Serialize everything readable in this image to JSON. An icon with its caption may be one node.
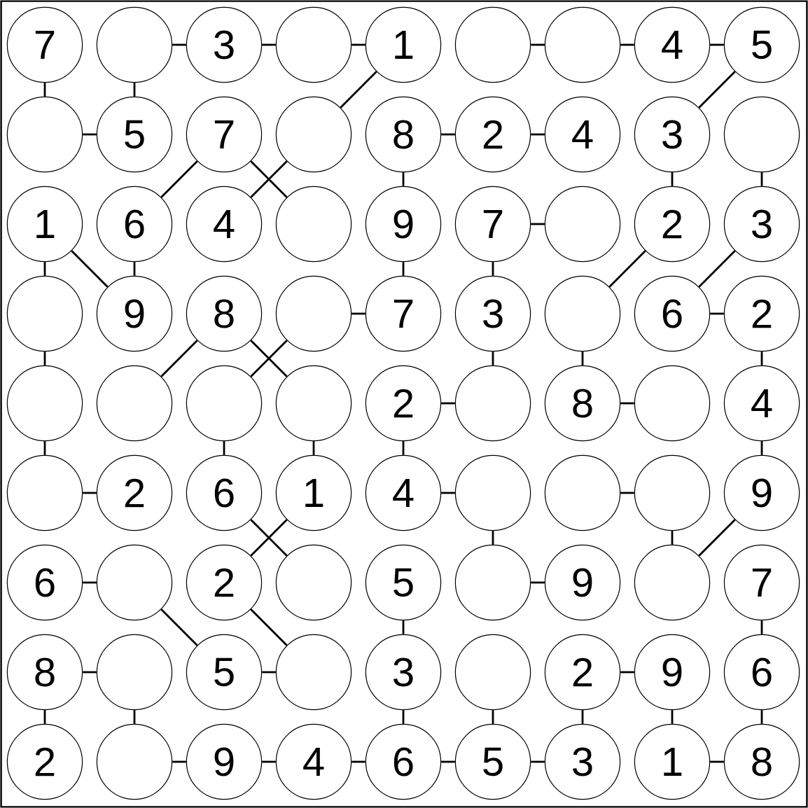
{
  "diagram": {
    "nodes": [
      {
        "text": [
          "7"
        ]
      },
      {
        "text": [],
        "shape": "circle"
      },
      {
        "text": [
          "3"
        ]
      },
      {
        "text": [],
        "shape": "circle"
      },
      {
        "text": [
          "1"
        ]
      },
      {
        "text": [],
        "shape": "circle"
      },
      {
        "text": [],
        "shape": "circle"
      },
      {
        "text": [
          "4"
        ]
      },
      {
        "text": [
          "5"
        ]
      },
      {
        "text": [],
        "shape": "circle"
      },
      {
        "text": [
          "5"
        ]
      },
      {
        "text": [
          "7"
        ]
      },
      {
        "text": [],
        "shape": "circle"
      },
      {
        "text": [
          "8"
        ]
      },
      {
        "text": [
          "2"
        ]
      },
      {
        "text": [
          "4"
        ]
      },
      {
        "text": [
          "3"
        ]
      },
      {
        "text": [],
        "shape": "circle"
      },
      {
        "text": [
          "1"
        ]
      },
      {
        "text": [
          "6"
        ]
      },
      {
        "text": [
          "4"
        ]
      },
      {
        "text": [],
        "shape": "circle"
      },
      {
        "text": [
          "9"
        ]
      },
      {
        "text": [
          "7"
        ]
      },
      {
        "text": [],
        "shape": "circle"
      },
      {
        "text": [
          "2"
        ]
      },
      {
        "text": [
          "3"
        ]
      },
      {
        "text": [],
        "shape": "circle"
      },
      {
        "text": [
          "9"
        ]
      },
      {
        "text": [
          "8"
        ]
      },
      {
        "text": [],
        "shape": "circle"
      },
      {
        "text": [
          "7"
        ]
      },
      {
        "text": [
          "3"
        ]
      },
      {
        "text": [],
        "shape": "circle"
      },
      {
        "text": [
          "6"
        ]
      },
      {
        "text": [
          "2"
        ]
      },
      {
        "text": [],
        "shape": "circle"
      },
      {
        "text": [],
        "shape": "circle"
      },
      {
        "text": [],
        "shape": "circle"
      },
      {
        "text": [],
        "shape": "circle"
      },
      {
        "text": [
          "2"
        ]
      },
      {
        "text": [],
        "shape": "circle"
      },
      {
        "text": [
          "8"
        ]
      },
      {
        "text": [],
        "shape": "circle"
      },
      {
        "text": [
          "4"
        ]
      },
      {
        "text": [],
        "shape": "circle"
      },
      {
        "text": [
          "2"
        ]
      },
      {
        "text": [
          "6"
        ]
      },
      {
        "text": [
          "1"
        ]
      },
      {
        "text": [
          "4"
        ]
      },
      {
        "text": [],
        "shape": "circle"
      },
      {
        "text": [],
        "shape": "circle"
      },
      {
        "text": [],
        "shape": "circle"
      },
      {
        "text": [
          "9"
        ]
      },
      {
        "text": [
          "6"
        ]
      },
      {
        "text": [],
        "shape": "circle"
      },
      {
        "text": [
          "2"
        ]
      },
      {
        "text": [],
        "shape": "circle"
      },
      {
        "text": [
          "5"
        ]
      },
      {
        "text": [],
        "shape": "circle"
      },
      {
        "text": [
          "9"
        ]
      },
      {
        "text": [],
        "shape": "circle"
      },
      {
        "text": [
          "7"
        ]
      },
      {
        "text": [
          "8"
        ]
      },
      {
        "text": [],
        "shape": "circle"
      },
      {
        "text": [
          "5"
        ]
      },
      {
        "text": [],
        "shape": "circle"
      },
      {
        "text": [
          "3"
        ]
      },
      {
        "text": [],
        "shape": "circle"
      },
      {
        "text": [
          "2"
        ]
      },
      {
        "text": [
          "9"
        ]
      },
      {
        "text": [
          "6"
        ]
      },
      {
        "text": [
          "2"
        ]
      },
      {
        "text": [],
        "shape": "circle"
      },
      {
        "text": [
          "9"
        ]
      },
      {
        "text": [
          "4"
        ]
      },
      {
        "text": [
          "6"
        ]
      },
      {
        "text": [
          "5"
        ]
      },
      {
        "text": [
          "3"
        ]
      },
      {
        "text": [
          "1"
        ]
      },
      {
        "text": [
          "8"
        ]
      }
    ],
    "edges": [
      {
        "from": 1,
        "to": 2,
        "arrow": "none"
      },
      {
        "from": 2,
        "to": 3,
        "arrow": "none"
      },
      {
        "from": 3,
        "to": 4,
        "arrow": "none"
      },
      {
        "from": 5,
        "to": 6,
        "arrow": "none"
      },
      {
        "from": 6,
        "to": 7,
        "arrow": "none"
      },
      {
        "from": 7,
        "to": 8,
        "arrow": "none"
      },
      {
        "from": 0,
        "to": 9,
        "arrow": "none"
      },
      {
        "from": 1,
        "to": 10,
        "arrow": "none"
      },
      {
        "from": 4,
        "to": 12,
        "arrow": "none"
      },
      {
        "from": 8,
        "to": 16,
        "arrow": "none"
      },
      {
        "from": 9,
        "to": 10,
        "arrow": "none"
      },
      {
        "from": 13,
        "to": 14,
        "arrow": "none"
      },
      {
        "from": 14,
        "to": 15,
        "arrow": "none"
      },
      {
        "from": 11,
        "to": 19,
        "arrow": "none"
      },
      {
        "from": 11,
        "to": 21,
        "arrow": "none"
      },
      {
        "from": 12,
        "to": 20,
        "arrow": "none"
      },
      {
        "from": 13,
        "to": 22,
        "arrow": "none"
      },
      {
        "from": 16,
        "to": 25,
        "arrow": "none"
      },
      {
        "from": 17,
        "to": 26,
        "arrow": "none"
      },
      {
        "from": 23,
        "to": 24,
        "arrow": "none"
      },
      {
        "from": 18,
        "to": 27,
        "arrow": "none"
      },
      {
        "from": 18,
        "to": 28,
        "arrow": "none"
      },
      {
        "from": 19,
        "to": 28,
        "arrow": "none"
      },
      {
        "from": 22,
        "to": 31,
        "arrow": "none"
      },
      {
        "from": 23,
        "to": 32,
        "arrow": "none"
      },
      {
        "from": 25,
        "to": 33,
        "arrow": "none"
      },
      {
        "from": 26,
        "to": 34,
        "arrow": "none"
      },
      {
        "from": 30,
        "to": 31,
        "arrow": "none"
      },
      {
        "from": 34,
        "to": 35,
        "arrow": "none"
      },
      {
        "from": 27,
        "to": 36,
        "arrow": "none"
      },
      {
        "from": 29,
        "to": 37,
        "arrow": "none"
      },
      {
        "from": 29,
        "to": 39,
        "arrow": "none"
      },
      {
        "from": 30,
        "to": 38,
        "arrow": "none"
      },
      {
        "from": 32,
        "to": 41,
        "arrow": "none"
      },
      {
        "from": 33,
        "to": 42,
        "arrow": "none"
      },
      {
        "from": 35,
        "to": 44,
        "arrow": "none"
      },
      {
        "from": 40,
        "to": 41,
        "arrow": "none"
      },
      {
        "from": 42,
        "to": 43,
        "arrow": "none"
      },
      {
        "from": 36,
        "to": 45,
        "arrow": "none"
      },
      {
        "from": 38,
        "to": 47,
        "arrow": "none"
      },
      {
        "from": 39,
        "to": 48,
        "arrow": "none"
      },
      {
        "from": 40,
        "to": 49,
        "arrow": "none"
      },
      {
        "from": 44,
        "to": 53,
        "arrow": "none"
      },
      {
        "from": 45,
        "to": 46,
        "arrow": "none"
      },
      {
        "from": 49,
        "to": 50,
        "arrow": "none"
      },
      {
        "from": 51,
        "to": 52,
        "arrow": "none"
      },
      {
        "from": 47,
        "to": 57,
        "arrow": "none"
      },
      {
        "from": 48,
        "to": 56,
        "arrow": "none"
      },
      {
        "from": 50,
        "to": 59,
        "arrow": "none"
      },
      {
        "from": 52,
        "to": 61,
        "arrow": "none"
      },
      {
        "from": 53,
        "to": 61,
        "arrow": "none"
      },
      {
        "from": 54,
        "to": 55,
        "arrow": "none"
      },
      {
        "from": 59,
        "to": 60,
        "arrow": "none"
      },
      {
        "from": 55,
        "to": 65,
        "arrow": "none"
      },
      {
        "from": 56,
        "to": 66,
        "arrow": "none"
      },
      {
        "from": 58,
        "to": 67,
        "arrow": "none"
      },
      {
        "from": 62,
        "to": 71,
        "arrow": "none"
      },
      {
        "from": 63,
        "to": 64,
        "arrow": "none"
      },
      {
        "from": 65,
        "to": 66,
        "arrow": "none"
      },
      {
        "from": 69,
        "to": 70,
        "arrow": "none"
      },
      {
        "from": 63,
        "to": 72,
        "arrow": "none"
      },
      {
        "from": 64,
        "to": 73,
        "arrow": "none"
      },
      {
        "from": 67,
        "to": 76,
        "arrow": "none"
      },
      {
        "from": 68,
        "to": 77,
        "arrow": "none"
      },
      {
        "from": 69,
        "to": 78,
        "arrow": "none"
      },
      {
        "from": 70,
        "to": 79,
        "arrow": "none"
      },
      {
        "from": 71,
        "to": 80,
        "arrow": "none"
      },
      {
        "from": 73,
        "to": 74,
        "arrow": "none"
      },
      {
        "from": 74,
        "to": 75,
        "arrow": "none"
      },
      {
        "from": 75,
        "to": 76,
        "arrow": "none"
      },
      {
        "from": 76,
        "to": 77,
        "arrow": "none"
      },
      {
        "from": 77,
        "to": 78,
        "arrow": "none"
      },
      {
        "from": 79,
        "to": 80,
        "arrow": "none"
      }
    ]
  }
}
